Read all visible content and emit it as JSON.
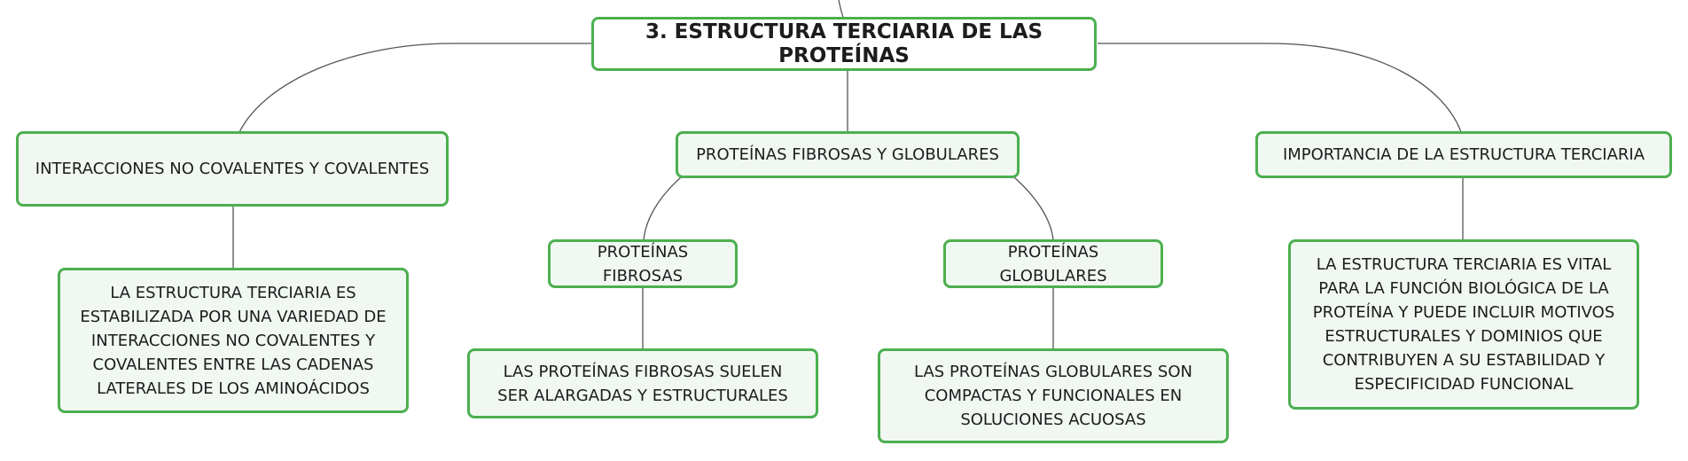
{
  "colors": {
    "node_border": "#4caf50",
    "node_fill": "#f1f8f2",
    "root_fill": "#ffffff",
    "connector": "#555555"
  },
  "root": {
    "label": "3. ESTRUCTURA TERCIARIA DE LAS PROTEÍNAS"
  },
  "branches": {
    "interactions": {
      "label": "INTERACCIONES NO COVALENTES Y COVALENTES",
      "detail": "LA ESTRUCTURA TERCIARIA ES ESTABILIZADA POR UNA VARIEDAD DE INTERACCIONES NO COVALENTES Y COVALENTES ENTRE LAS CADENAS LATERALES DE LOS AMINOÁCIDOS"
    },
    "proteins": {
      "label": "PROTEÍNAS FIBROSAS Y GLOBULARES",
      "fibrous": {
        "label": "PROTEÍNAS FIBROSAS",
        "detail": "LAS PROTEÍNAS FIBROSAS SUELEN SER ALARGADAS Y ESTRUCTURALES"
      },
      "globular": {
        "label": "PROTEÍNAS GLOBULARES",
        "detail": "LAS PROTEÍNAS GLOBULARES SON COMPACTAS Y FUNCIONALES EN SOLUCIONES ACUOSAS"
      }
    },
    "importance": {
      "label": "IMPORTANCIA DE LA ESTRUCTURA TERCIARIA",
      "detail": "LA ESTRUCTURA TERCIARIA ES VITAL PARA LA FUNCIÓN BIOLÓGICA DE LA PROTEÍNA Y PUEDE INCLUIR MOTIVOS ESTRUCTURALES Y DOMINIOS QUE CONTRIBUYEN A SU ESTABILIDAD Y ESPECIFICIDAD FUNCIONAL"
    }
  }
}
